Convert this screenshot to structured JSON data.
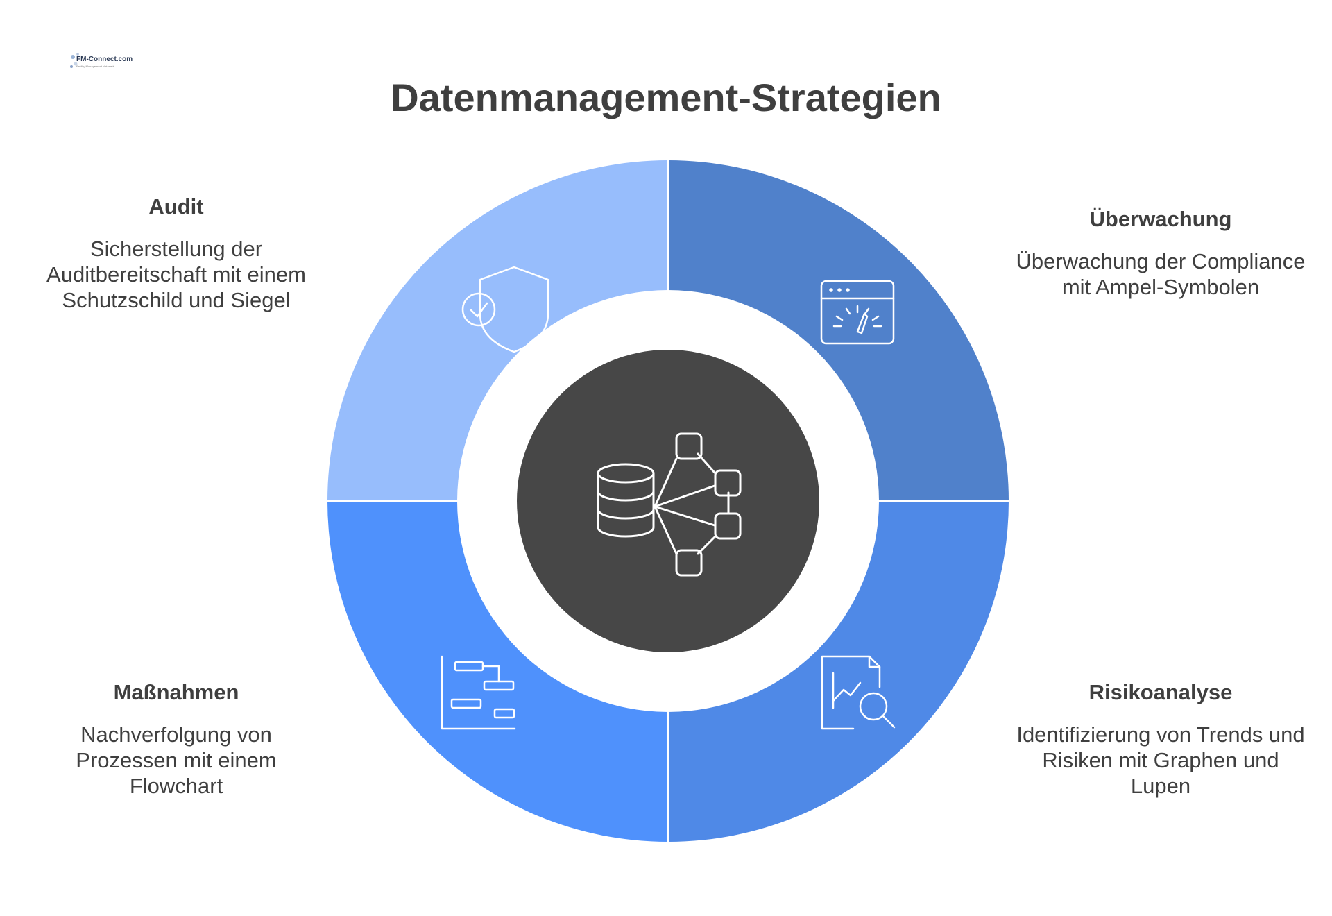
{
  "logo": {
    "text": "FM-Connect.com",
    "subtext": "Facility Management Netzwerk"
  },
  "title": "Datenmanagement-Strategien",
  "segments": {
    "audit": {
      "heading": "Audit",
      "description": "Sicherstellung der Auditbereitschaft mit einem Schutzschild und Siegel",
      "icon": "shield-check-icon",
      "color": "#97BDFC"
    },
    "ueberwachung": {
      "heading": "Überwachung",
      "description": "Überwachung der Compliance mit Ampel-Symbolen",
      "icon": "dashboard-gauge-icon",
      "color": "#5081CB"
    },
    "massnahmen": {
      "heading": "Maßnahmen",
      "description": "Nachverfolgung von Prozessen mit einem Flowchart",
      "icon": "flowchart-icon",
      "color": "#4F91FC"
    },
    "risikoanalyse": {
      "heading": "Risikoanalyse",
      "description": "Identifizierung von Trends und Risiken mit Graphen und Lupen",
      "icon": "chart-magnifier-icon",
      "color": "#4F89E7"
    }
  },
  "center": {
    "icon": "database-network-icon",
    "color": "#474747"
  }
}
